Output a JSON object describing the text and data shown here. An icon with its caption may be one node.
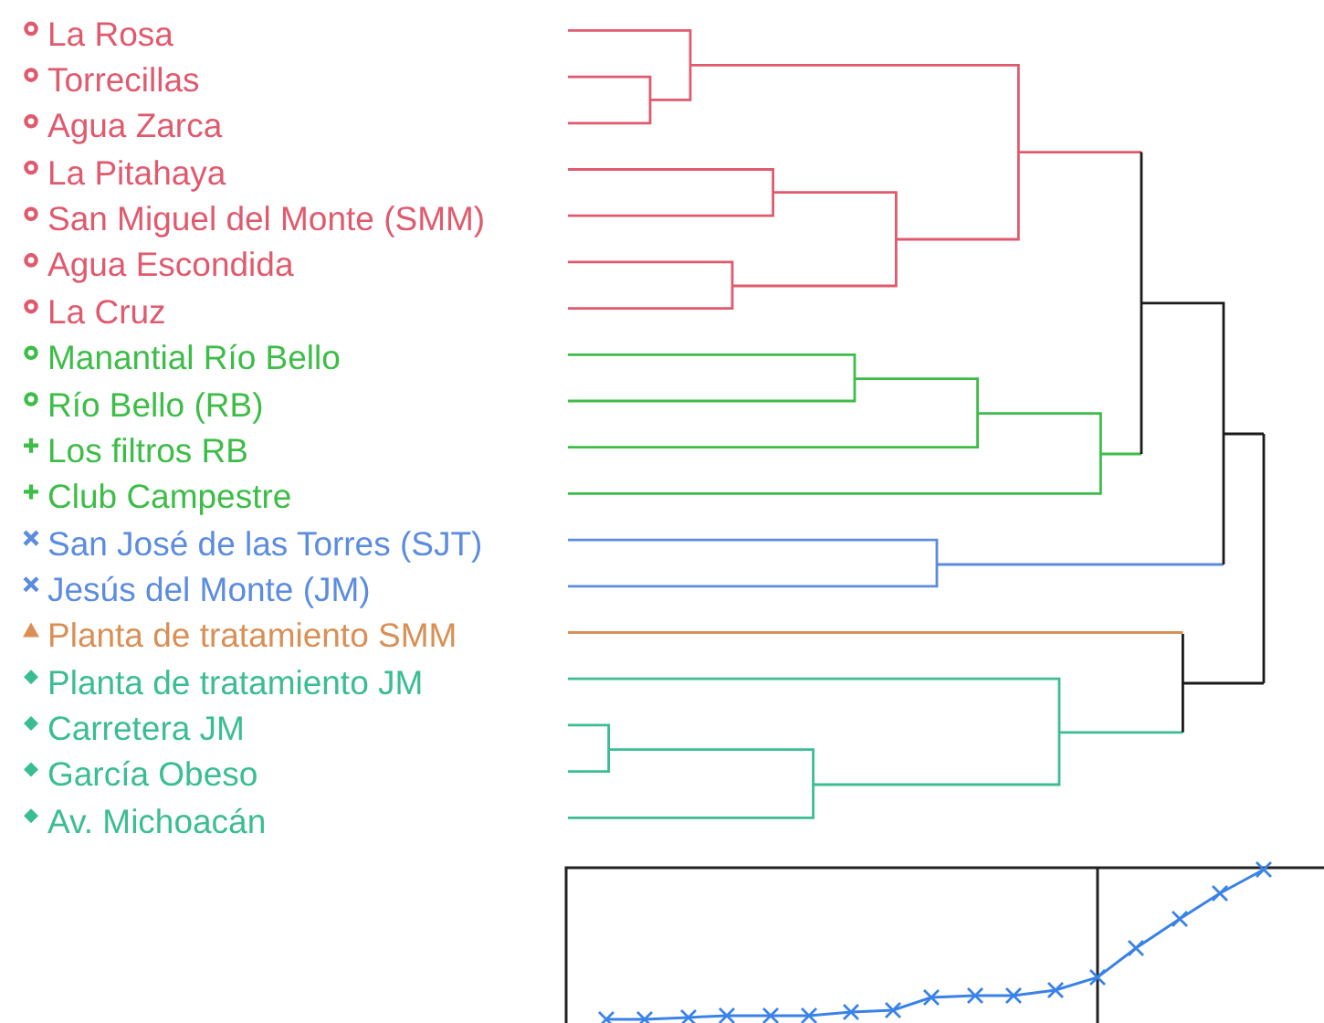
{
  "diagram": {
    "labels": [
      "La Rosa",
      "Torrecillas",
      "Agua Zarca",
      "La Pitahaya",
      "San Miguel del Monte (SMM)",
      "Agua Escondida",
      "La Cruz",
      "Manantial Río Bello",
      "Río Bello (RB)",
      "Los filtros RB",
      "Club Campestre",
      "San José de las Torres (SJT)",
      "Jesús del Monte (JM)",
      "Planta de tratamiento SMM",
      "Planta de tratamiento JM",
      "Carretera JM",
      "García Obeso",
      "Av. Michoacán"
    ]
  }
}
